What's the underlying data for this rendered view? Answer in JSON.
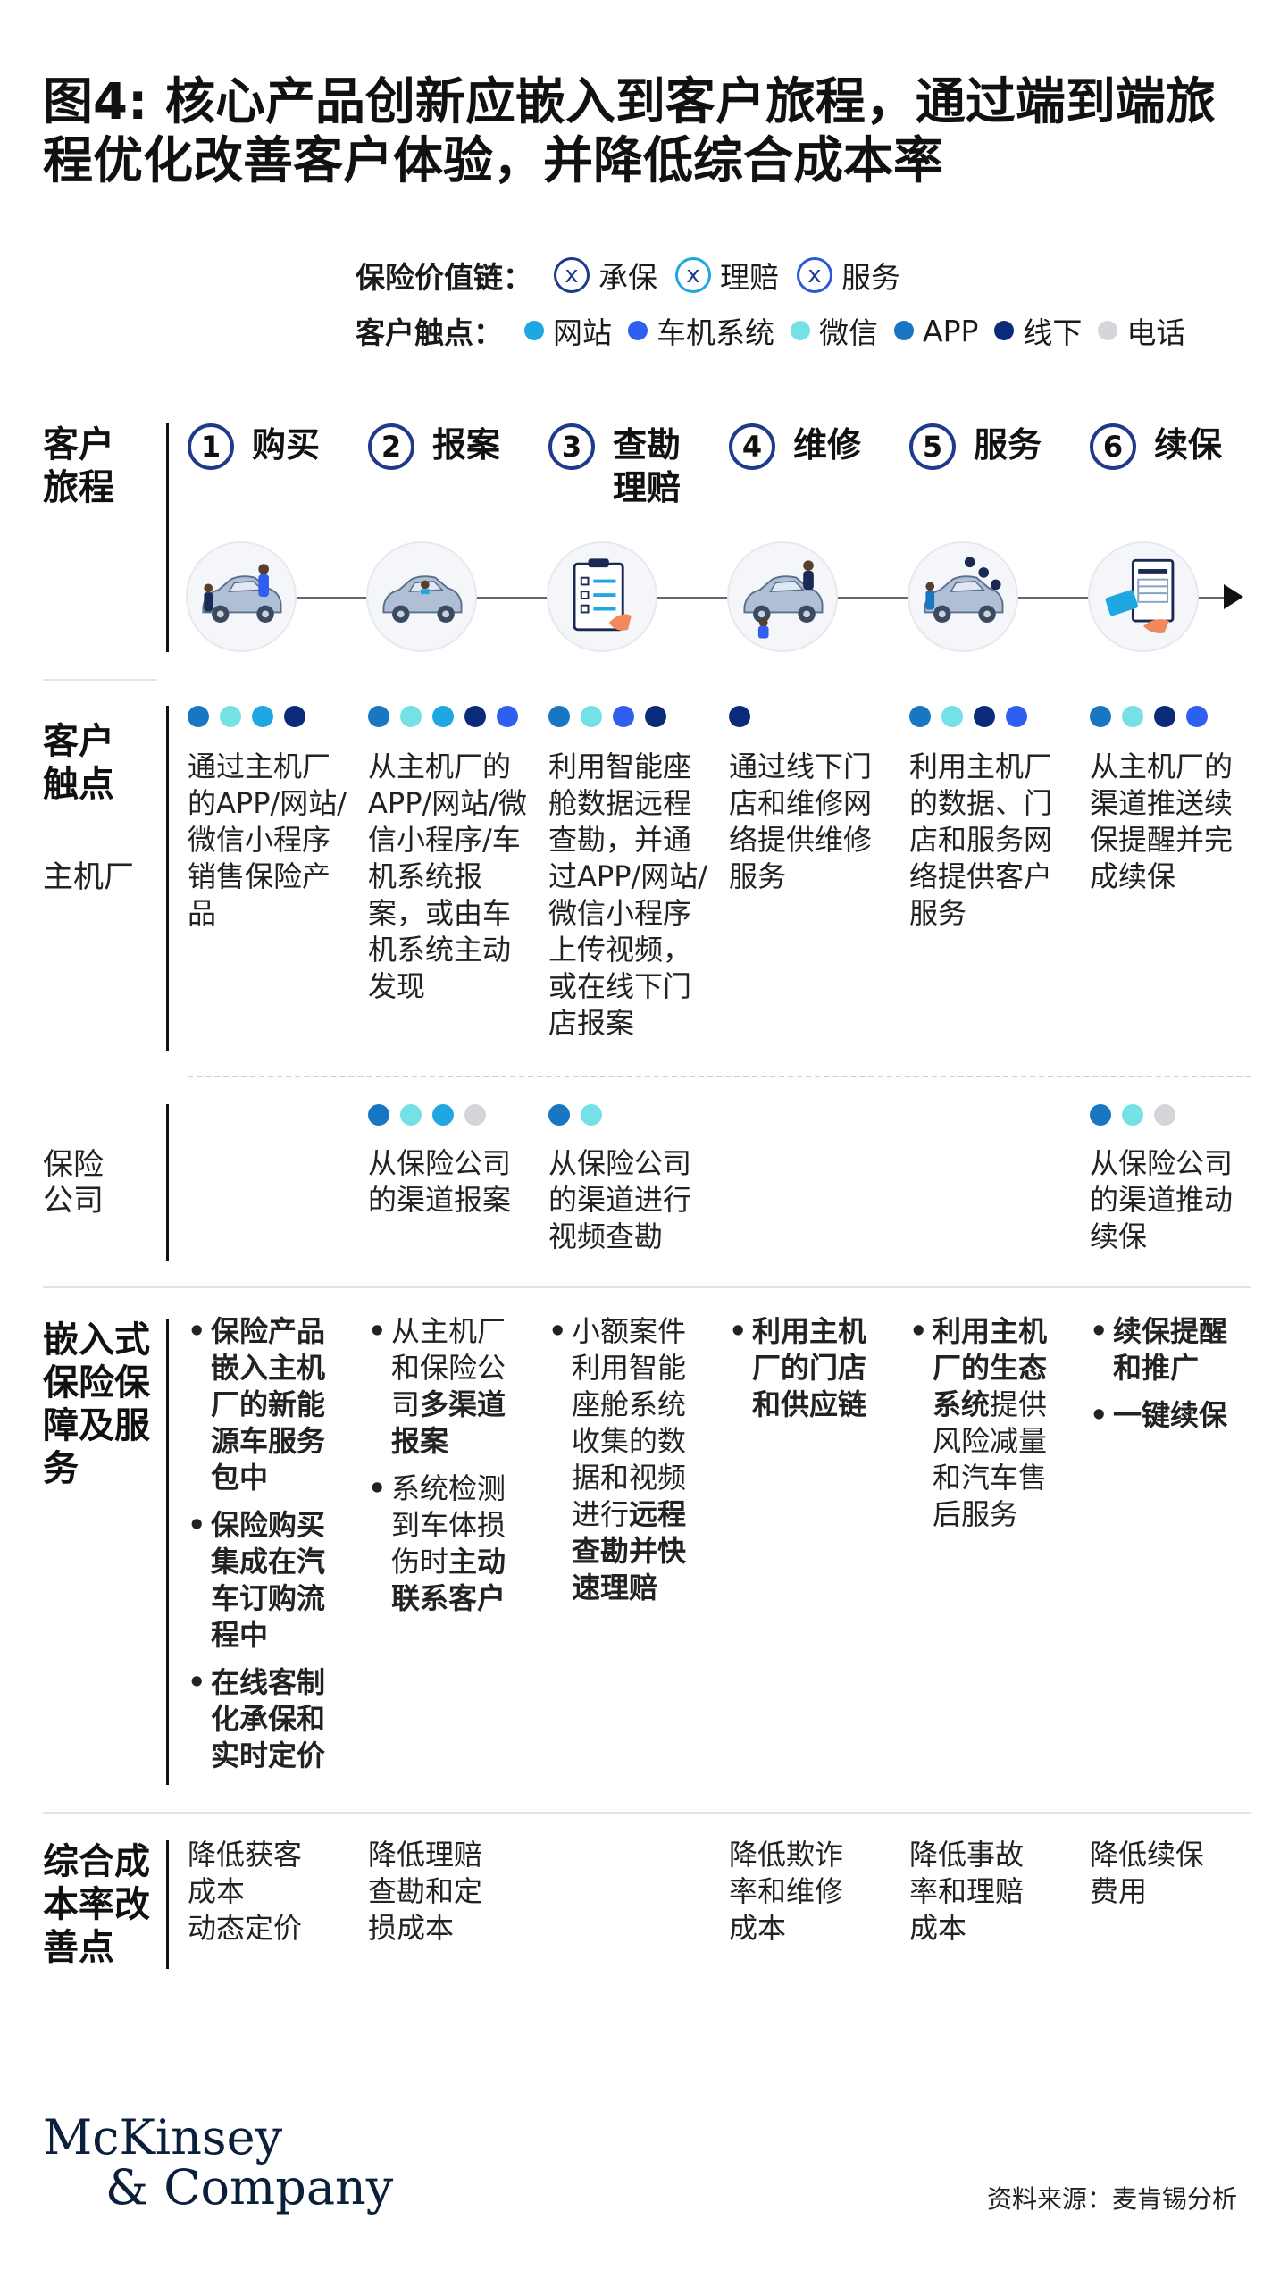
{
  "title": "图4: 核心产品创新应嵌入到客户旅程，通过端到端旅程优化改善客户体验，并降低综合成本率",
  "legend": {
    "value_chain_label": "保险价值链：",
    "value_chain": [
      {
        "mark": "x",
        "label": "承保",
        "color": "#1f3a8a"
      },
      {
        "mark": "x",
        "label": "理赔",
        "color": "#1ea7e1"
      },
      {
        "mark": "x",
        "label": "服务",
        "color": "#2a5ad9"
      }
    ],
    "touchpoint_label": "客户触点：",
    "touchpoints": [
      {
        "key": "web",
        "label": "网站",
        "color": "#1ea7e1"
      },
      {
        "key": "car",
        "label": "车机系统",
        "color": "#2f5ff0"
      },
      {
        "key": "wechat",
        "label": "微信",
        "color": "#74e1e6"
      },
      {
        "key": "app",
        "label": "APP",
        "color": "#1976c2"
      },
      {
        "key": "offline",
        "label": "线下",
        "color": "#0a2a7a"
      },
      {
        "key": "phone",
        "label": "电话",
        "color": "#d4d6da"
      }
    ]
  },
  "row_labels": {
    "journey": "客户旅程",
    "touch": "客户触点",
    "oem": "主机厂",
    "insurer": "保险公司",
    "embedded": "嵌入式保险保障及服务",
    "cost": "综合成本率改善点"
  },
  "steps": [
    {
      "num": "1",
      "label": "购买",
      "icon": "car-purchase-icon"
    },
    {
      "num": "2",
      "label": "报案",
      "icon": "car-driver-icon"
    },
    {
      "num": "3",
      "label": "查勘理赔",
      "icon": "checklist-icon"
    },
    {
      "num": "4",
      "label": "维修",
      "icon": "car-repair-icon"
    },
    {
      "num": "5",
      "label": "服务",
      "icon": "car-service-icon"
    },
    {
      "num": "6",
      "label": "续保",
      "icon": "invoice-icon"
    }
  ],
  "oem_touch": [
    {
      "dots": [
        "app",
        "wechat",
        "web",
        "offline"
      ],
      "text": "通过主机厂的APP/网站/微信小程序销售保险产品"
    },
    {
      "dots": [
        "app",
        "wechat",
        "web",
        "offline",
        "car"
      ],
      "text": "从主机厂的APP/网站/微信小程序/车机系统报案，或由车机系统主动发现"
    },
    {
      "dots": [
        "app",
        "wechat",
        "car",
        "offline"
      ],
      "text": "利用智能座舱数据远程查勘，并通过APP/网站/微信小程序上传视频，或在线下门店报案"
    },
    {
      "dots": [
        "offline"
      ],
      "text": "通过线下门店和维修网络提供维修服务"
    },
    {
      "dots": [
        "app",
        "wechat",
        "offline",
        "car"
      ],
      "text": "利用主机厂的数据、门店和服务网络提供客户服务"
    },
    {
      "dots": [
        "app",
        "wechat",
        "offline",
        "car"
      ],
      "text": "从主机厂的渠道推送续保提醒并完成续保"
    }
  ],
  "insurer_touch": [
    {
      "dots": [],
      "text": ""
    },
    {
      "dots": [
        "app",
        "wechat",
        "web",
        "phone"
      ],
      "text": "从保险公司的渠道报案"
    },
    {
      "dots": [
        "app",
        "wechat"
      ],
      "text": "从保险公司的渠道进行视频查勘"
    },
    {
      "dots": [],
      "text": ""
    },
    {
      "dots": [],
      "text": ""
    },
    {
      "dots": [
        "app",
        "wechat",
        "phone"
      ],
      "text": "从保险公司的渠道推动续保"
    }
  ],
  "embedded": [
    [
      [
        {
          "t": "保险产品嵌入主机厂的新能源车服务包中",
          "b": true
        }
      ],
      [
        {
          "t": "保险购买集成在汽车订购流程中",
          "b": true
        }
      ],
      [
        {
          "t": "在线客制化承保和实时定价",
          "b": true
        }
      ]
    ],
    [
      [
        {
          "t": "从主机厂和保险公司",
          "b": false
        },
        {
          "t": "多渠道报案",
          "b": true
        }
      ],
      [
        {
          "t": "系统检测到车体损伤时",
          "b": false
        },
        {
          "t": "主动联系客户",
          "b": true
        }
      ]
    ],
    [
      [
        {
          "t": "小额案件利用智能座舱系统收集的数据和视频进行",
          "b": false
        },
        {
          "t": "远程查勘并快速理赔",
          "b": true
        }
      ]
    ],
    [
      [
        {
          "t": "利用主机厂的门店和供应链",
          "b": true
        }
      ]
    ],
    [
      [
        {
          "t": "利用主机厂的生态系统",
          "b": true
        },
        {
          "t": "提供风险减量和汽车售后服务",
          "b": false
        }
      ]
    ],
    [
      [
        {
          "t": "续保提醒和推广",
          "b": true
        }
      ],
      [
        {
          "t": "一键续保",
          "b": true
        }
      ]
    ]
  ],
  "cost": [
    [
      "降低获客",
      "成本",
      "动态定价"
    ],
    [
      "降低理赔",
      "查勘和定",
      "损成本"
    ],
    [],
    [
      "降低欺诈",
      "率和维修",
      "成本"
    ],
    [
      "降低事故",
      "率和理赔",
      "成本"
    ],
    [
      "降低续保",
      "费用"
    ]
  ],
  "footer": {
    "logo_line1": "McKinsey",
    "logo_line2": "& Company",
    "source": "资料来源：麦肯锡分析"
  }
}
